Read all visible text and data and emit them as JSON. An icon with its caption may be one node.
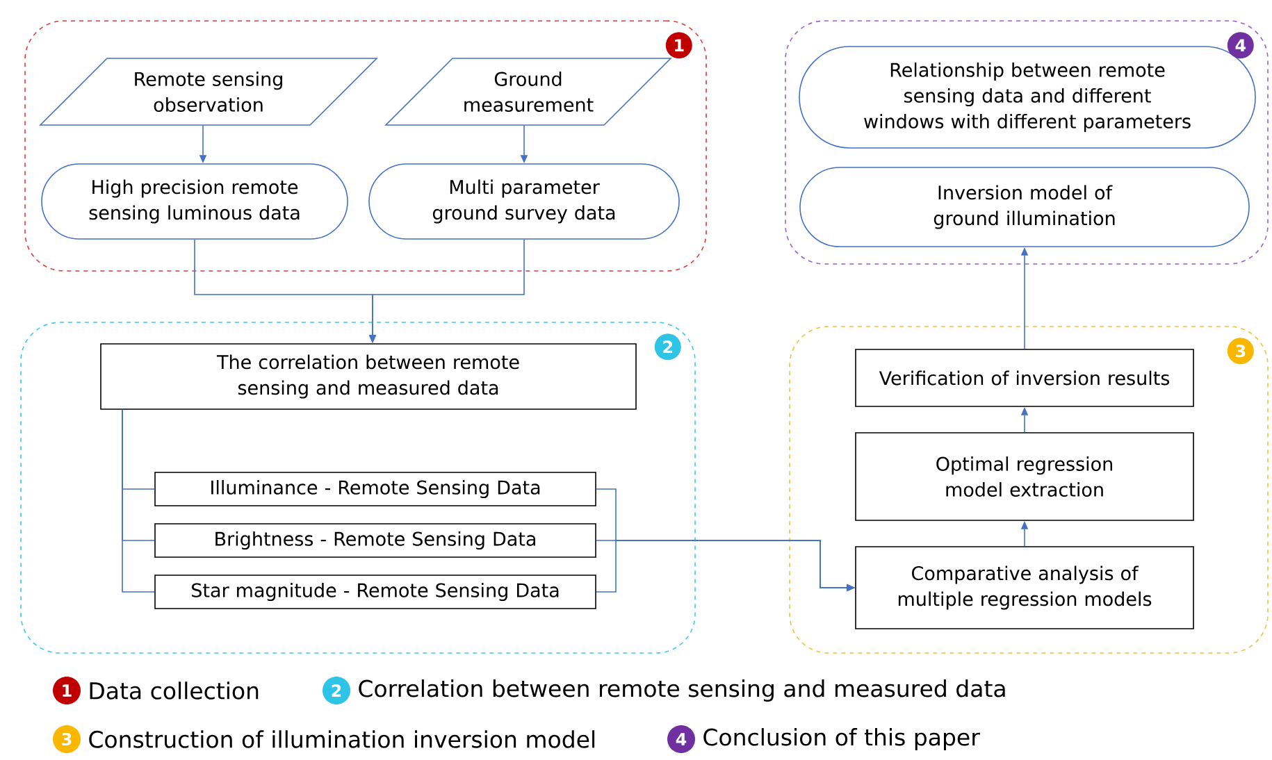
{
  "diagram": {
    "nodes": [
      {
        "text": [
          "1"
        ]
      },
      {
        "text": [
          "Remote sensing observation"
        ],
        "in": 0
      },
      {
        "text": [
          "Ground measurement"
        ],
        "in": 0
      },
      {
        "text": [
          "High precision remote sensing luminous data"
        ],
        "in": 0
      },
      {
        "text": [
          "Multi parameter ground survey data"
        ],
        "in": 0
      },
      {
        "text": [
          "4"
        ]
      },
      {
        "text": [
          "Relationship between remote sensing data and different windows with different parameters"
        ],
        "in": 5
      },
      {
        "text": [
          "Inversion model of ground illumination"
        ],
        "in": 5
      },
      {
        "text": [
          "2"
        ]
      },
      {
        "text": [
          "The correlation between remote sensing and measured data"
        ],
        "in": 8
      },
      {
        "text": [
          "Illuminance - Remote Sensing Data"
        ],
        "in": 8
      },
      {
        "text": [
          "Brightness - Remote Sensing Data"
        ],
        "in": 8
      },
      {
        "text": [
          "Star magnitude - Remote Sensing Data"
        ],
        "in": 8
      },
      {
        "text": [
          "3"
        ]
      },
      {
        "text": [
          "Verification of inversion results"
        ],
        "in": 13
      },
      {
        "text": [
          "Optimal regression model extraction"
        ],
        "in": 13
      },
      {
        "text": [
          "Comparative analysis of multiple regression models"
        ],
        "in": 13
      }
    ],
    "edges": [
      {
        "from": 1,
        "to": 3,
        "arrow": "to"
      },
      {
        "from": 2,
        "to": 4,
        "arrow": "to"
      },
      {
        "from": 3,
        "to": 9,
        "arrow": "to"
      },
      {
        "from": 4,
        "to": 9,
        "arrow": "to"
      },
      {
        "from": 9,
        "to": 10,
        "arrow": "none"
      },
      {
        "from": 9,
        "to": 11,
        "arrow": "none"
      },
      {
        "from": 9,
        "to": 12,
        "arrow": "none"
      },
      {
        "from": 10,
        "to": 16,
        "arrow": "to"
      },
      {
        "from": 11,
        "to": 16,
        "arrow": "to"
      },
      {
        "from": 12,
        "to": 16,
        "arrow": "to"
      },
      {
        "from": 16,
        "to": 15,
        "arrow": "to"
      },
      {
        "from": 15,
        "to": 14,
        "arrow": "to"
      },
      {
        "from": 14,
        "to": 7,
        "arrow": "to"
      }
    ],
    "labels": [
      "1",
      "2",
      "3",
      "4"
    ],
    "legend": [
      {
        "text": "Data collection",
        "color": "#c00000"
      },
      {
        "text": "Correlation between remote sensing and measured data",
        "color": "#2ec4e6"
      },
      {
        "text": "Construction of illumination inversion model",
        "color": "#f9b700"
      },
      {
        "text": "Conclusion of this paper",
        "color": "#7030a0"
      }
    ]
  }
}
